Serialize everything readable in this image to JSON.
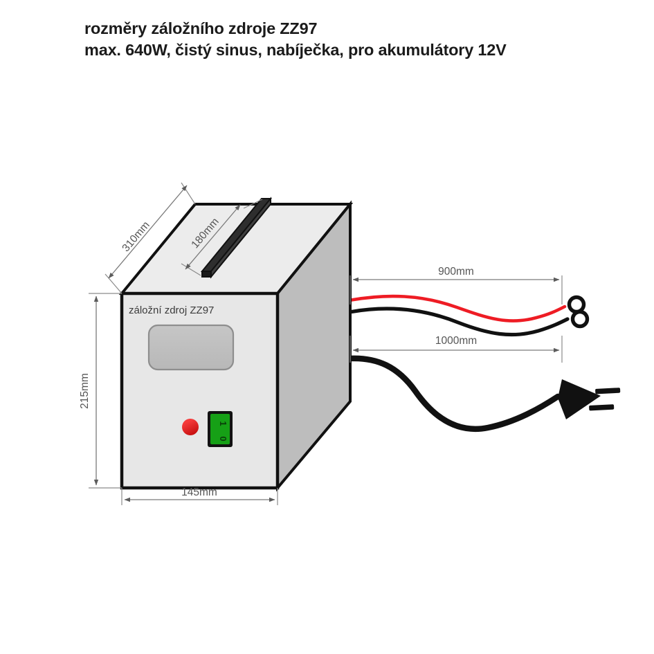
{
  "document": {
    "title_line_1": "rozměry záložního zdroje ZZ97",
    "title_line_2": "max. 640W, čistý sinus, nabíječka, pro akumulátory 12V"
  },
  "device": {
    "front_panel_label": "záložní zdroj ZZ97",
    "switch": {
      "on_label": "1",
      "off_label": "0"
    }
  },
  "dimensions": {
    "depth": "310mm",
    "handle_offset": "180mm",
    "height": "215mm",
    "width": "145mm",
    "battery_lead_length": "900mm",
    "mains_cable_length": "1000mm"
  },
  "colors": {
    "front_face": "#e7e7e7",
    "top_face": "#ececec",
    "side_face": "#bdbdbd",
    "display": "#bfbfbf",
    "handle": "#2e2e2e",
    "led": "#e01b1b",
    "switch_body": "#16a016",
    "positive_lead": "#ee1c24",
    "negative_lead": "#111111",
    "outline": "#111111",
    "dimension_line": "#6e6e6e"
  }
}
